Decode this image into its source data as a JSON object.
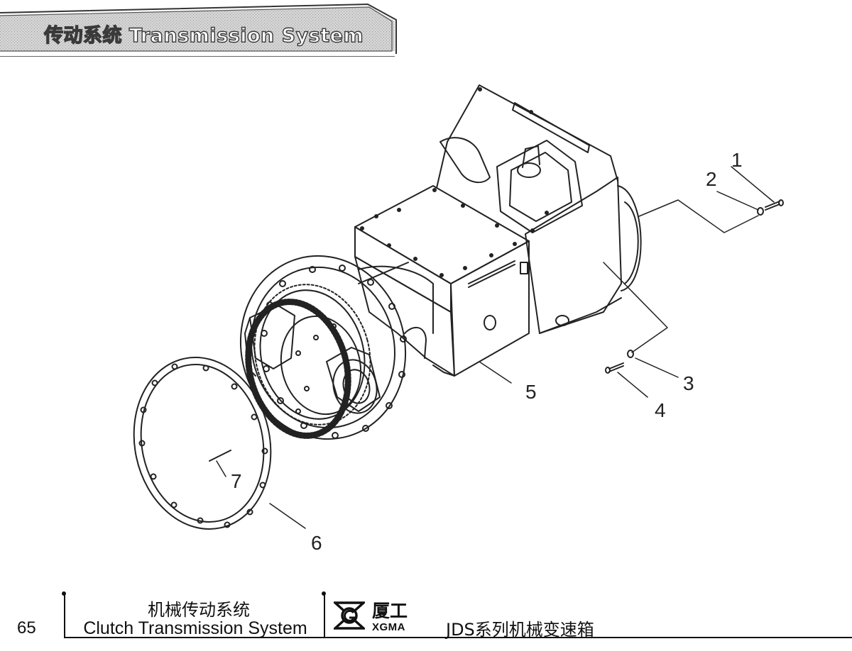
{
  "header": {
    "title": "传动系统 Transmission System"
  },
  "callouts": [
    "1",
    "2",
    "3",
    "4",
    "5",
    "6",
    "7"
  ],
  "footer": {
    "page_number": "65",
    "section_cn": "机械传动系统",
    "section_en": "Clutch Transmission System",
    "brand_cn": "厦工",
    "brand_en": "XGMA",
    "product": "JDS系列机械变速箱"
  }
}
